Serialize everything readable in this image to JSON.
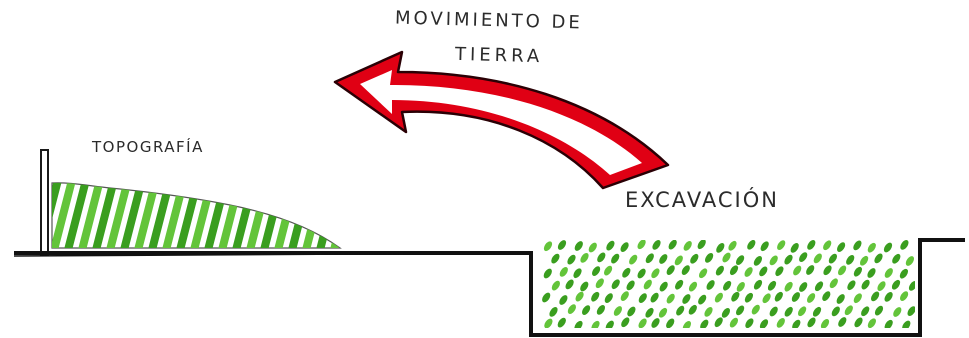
{
  "labels": {
    "movimiento_line1": "MOVIMIENTO DE",
    "movimiento_line2": "TIERRA",
    "topografia": "TOPOGRAFÍA",
    "excavacion": "EXCAVACIÓN"
  },
  "colors": {
    "ink": "#111111",
    "fill_green": "#3a9e1f",
    "fill_green_light": "#63c43a",
    "arrow_red": "#e00014",
    "arrow_inner": "#ffffff"
  }
}
